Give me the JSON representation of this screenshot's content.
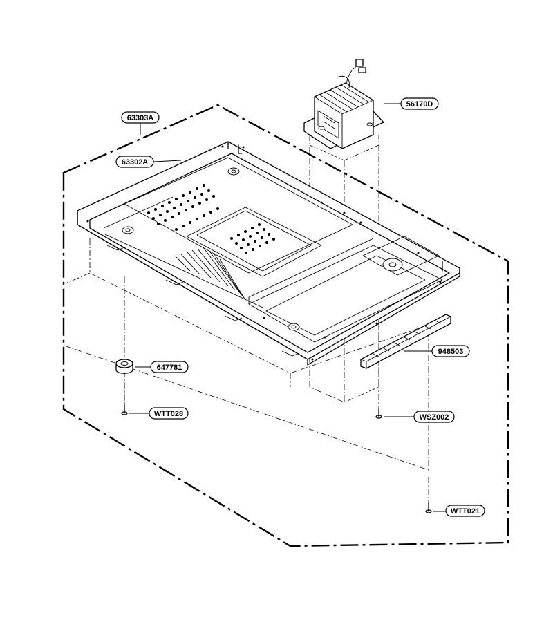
{
  "parts": [
    {
      "id": "outline-assembly",
      "label": "63303A"
    },
    {
      "id": "base-plate",
      "label": "63302A"
    },
    {
      "id": "transformer",
      "label": "56170D"
    },
    {
      "id": "foot",
      "label": "647781"
    },
    {
      "id": "foot-screw",
      "label": "WTT028"
    },
    {
      "id": "ferrite-strip",
      "label": "948503"
    },
    {
      "id": "transformer-screw",
      "label": "WSZ002"
    },
    {
      "id": "plate-screw",
      "label": "WTT021"
    }
  ]
}
